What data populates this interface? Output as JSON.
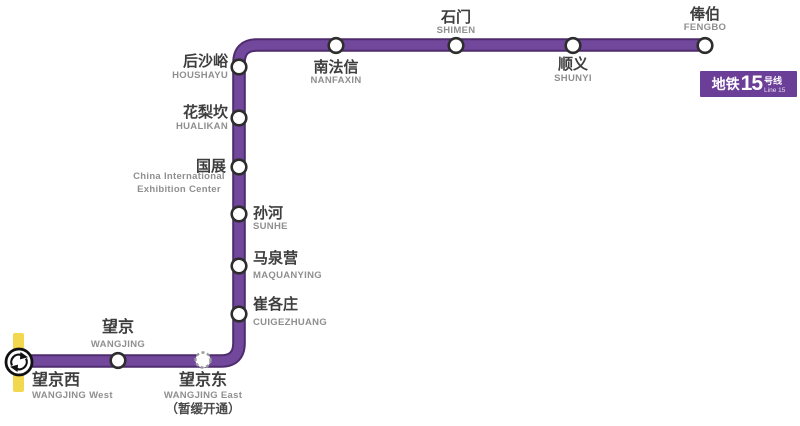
{
  "line": {
    "name_zh": "地铁15号线",
    "name_en": "Line 15",
    "color": "#6F4499"
  },
  "badge": {
    "prefix_zh": "地铁",
    "number": "15",
    "suffix_zh": "号线",
    "sub_en": "Line 15"
  },
  "colors": {
    "line_fill": "#71489B",
    "line_edge": "#4E2C6D",
    "badge_bg": "#6B3E98",
    "transfer_corridor_yellow": "#F2D84E",
    "station_marker_outline": "#2D2D2D",
    "postponed_marker_outline": "#9A9A9A",
    "label_zh": "#3E3E3E",
    "label_en": "#8F8F8F"
  },
  "icons": {
    "transfer": "interchange-arrows-in-circle"
  },
  "stations": [
    {
      "id": "wangjing-west",
      "zh": "望京西",
      "en": "WANGJING West",
      "transfer": true
    },
    {
      "id": "wangjing",
      "zh": "望京",
      "en": "WANGJING"
    },
    {
      "id": "wangjing-east",
      "zh": "望京东",
      "en": "WANGJING East",
      "note": "（暂缓开通）",
      "postponed": true
    },
    {
      "id": "cuigezhuang",
      "zh": "崔各庄",
      "en": "CUIGEZHUANG"
    },
    {
      "id": "maquanying",
      "zh": "马泉营",
      "en": "MAQUANYING"
    },
    {
      "id": "sunhe",
      "zh": "孙河",
      "en": "SUNHE"
    },
    {
      "id": "guozhan",
      "zh": "国展",
      "en_line1": "China International",
      "en_line2": "Exhibition Center"
    },
    {
      "id": "hualikan",
      "zh": "花梨坎",
      "en": "HUALIKAN"
    },
    {
      "id": "houshayu",
      "zh": "后沙峪",
      "en": "HOUSHAYU"
    },
    {
      "id": "nanfaxin",
      "zh": "南法信",
      "en": "NANFAXIN"
    },
    {
      "id": "shimen",
      "zh": "石门",
      "en": "SHIMEN"
    },
    {
      "id": "shunyi",
      "zh": "顺义",
      "en": "SHUNYI"
    },
    {
      "id": "fengbo",
      "zh": "俸伯",
      "en": "FENGBO"
    }
  ]
}
